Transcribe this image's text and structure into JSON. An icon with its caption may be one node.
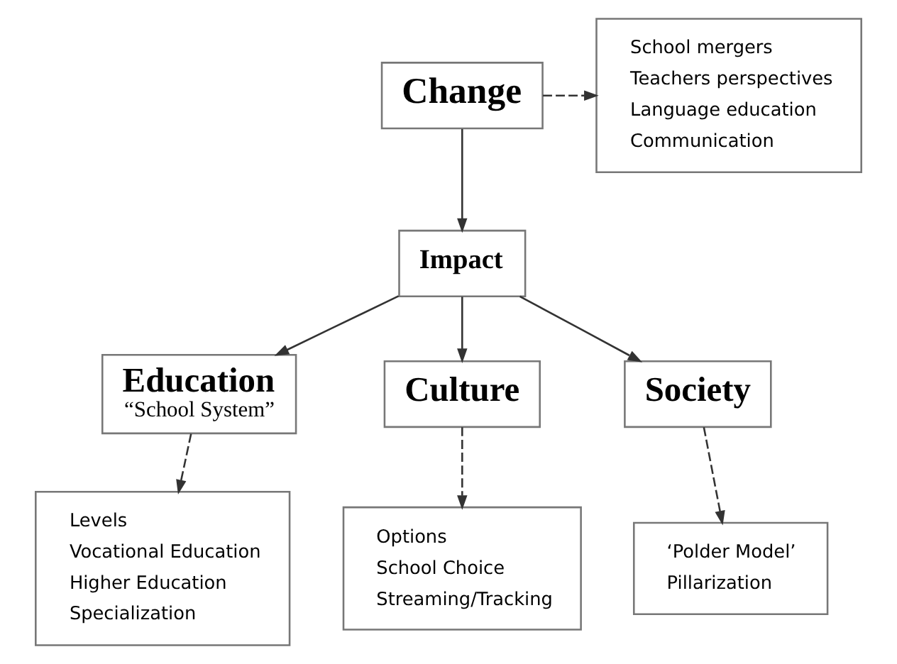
{
  "diagram": {
    "nodes": [
      {
        "text": [
          "Change"
        ]
      },
      {
        "text": [
          "School mergers",
          "Teachers perspectives",
          "Language education",
          "Communication"
        ]
      },
      {
        "text": [
          "Impact"
        ]
      },
      {
        "text": [
          "Education",
          "“School System”"
        ]
      },
      {
        "text": [
          "Culture"
        ]
      },
      {
        "text": [
          "Society"
        ]
      },
      {
        "text": [
          "Levels",
          "Vocational Education",
          "Higher Education",
          "Specialization"
        ]
      },
      {
        "text": [
          "Options",
          "School Choice",
          "Streaming/Tracking"
        ]
      },
      {
        "text": [
          "‘Polder Model’",
          "Pillarization"
        ]
      }
    ],
    "edges": [
      {
        "from": 0,
        "to": 1,
        "arrow": "to",
        "style": "dashed"
      },
      {
        "from": 0,
        "to": 2,
        "arrow": "to"
      },
      {
        "from": 2,
        "to": 3,
        "arrow": "to"
      },
      {
        "from": 2,
        "to": 4,
        "arrow": "to"
      },
      {
        "from": 2,
        "to": 5,
        "arrow": "to"
      },
      {
        "from": 3,
        "to": 6,
        "arrow": "to",
        "style": "dashed"
      },
      {
        "from": 4,
        "to": 7,
        "arrow": "to",
        "style": "dashed"
      },
      {
        "from": 5,
        "to": 8,
        "arrow": "to",
        "style": "dashed"
      }
    ]
  }
}
